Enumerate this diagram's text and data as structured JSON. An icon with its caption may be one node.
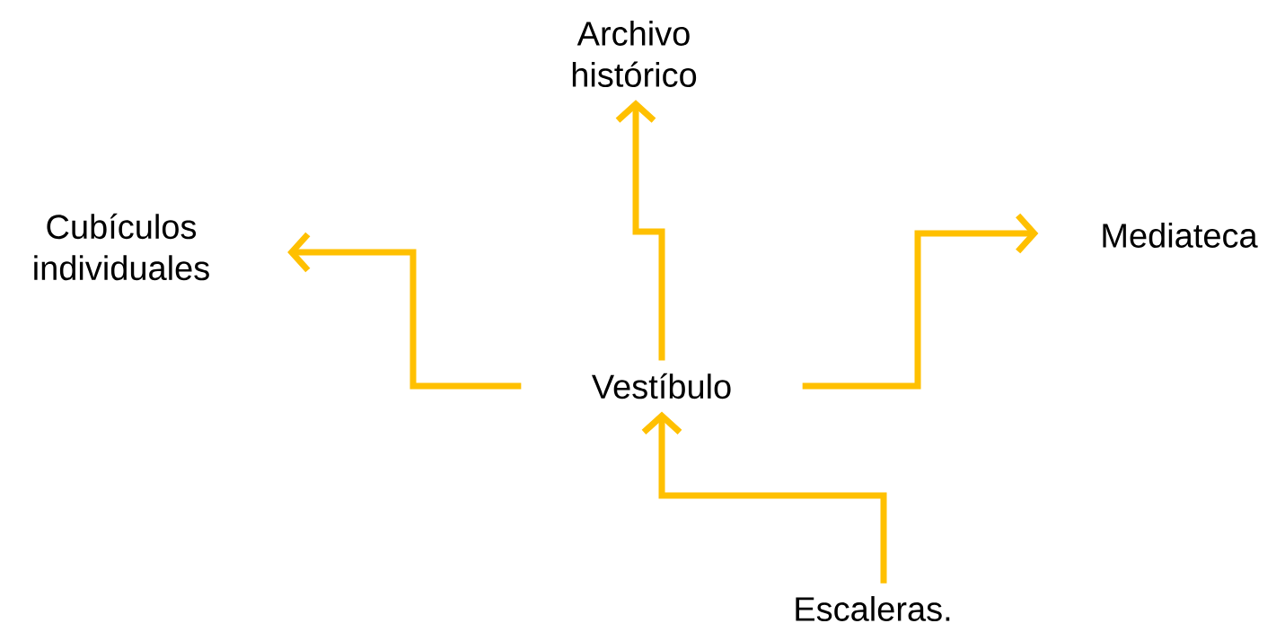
{
  "diagram": {
    "nodes": [
      {
        "text": [
          "Archivo histórico"
        ]
      },
      {
        "text": [
          "Cubículos individuales"
        ]
      },
      {
        "text": [
          "Vestíbulo"
        ]
      },
      {
        "text": [
          "Mediateca"
        ]
      },
      {
        "text": [
          "Escaleras."
        ]
      }
    ],
    "edges": [
      {
        "from": 2,
        "to": 0,
        "arrow": "to"
      },
      {
        "from": 2,
        "to": 1,
        "arrow": "to"
      },
      {
        "from": 2,
        "to": 3,
        "arrow": "to"
      },
      {
        "from": 4,
        "to": 2,
        "arrow": "to"
      }
    ]
  }
}
